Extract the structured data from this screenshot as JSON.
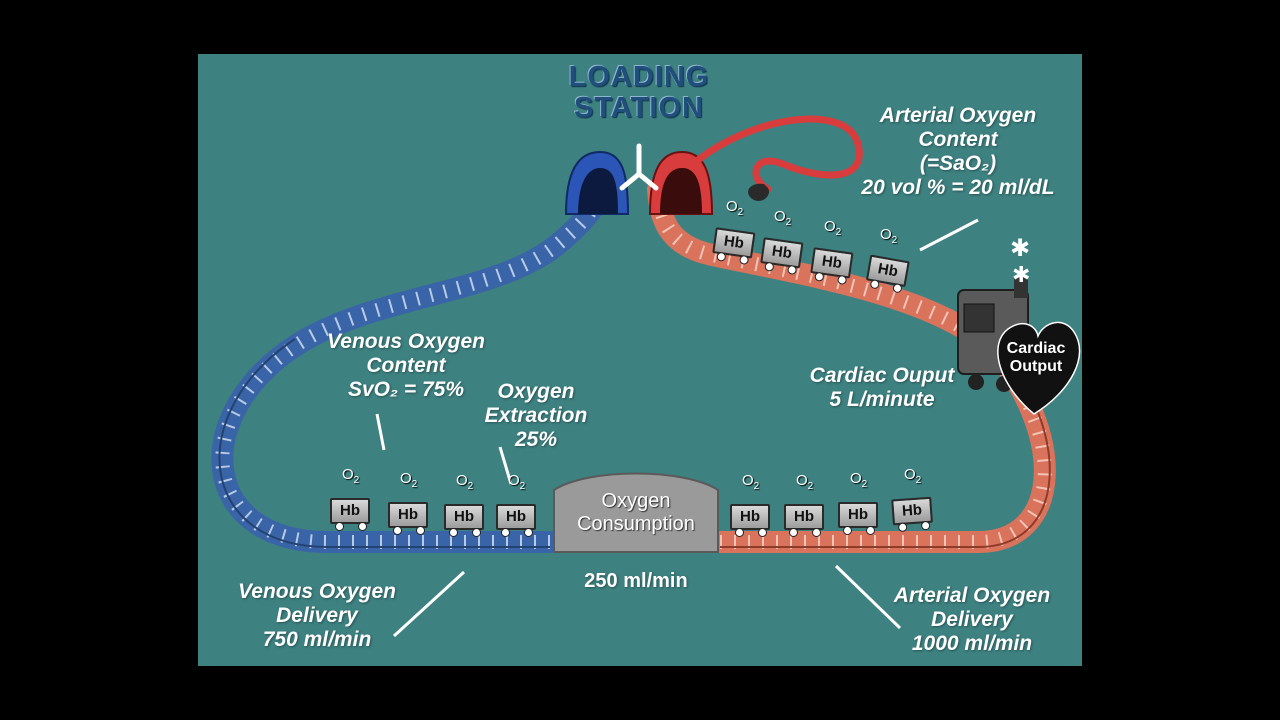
{
  "title": {
    "line1": "LOADING",
    "line2": "STATION"
  },
  "arterial_content": {
    "line1": "Arterial Oxygen",
    "line2": "Content",
    "line3": "(=SaO₂)",
    "line4": "20 vol % = 20 ml/dL"
  },
  "venous_content": {
    "line1": "Venous Oxygen",
    "line2": "Content",
    "line3": "SvO₂ = 75%"
  },
  "extraction": {
    "line1": "Oxygen",
    "line2": "Extraction",
    "line3": "25%"
  },
  "cardiac_output": {
    "line1": "Cardiac Ouput",
    "line2": "5 L/minute"
  },
  "heart": {
    "line1": "Cardiac",
    "line2": "Output"
  },
  "consumption": {
    "line1": "Oxygen",
    "line2": "Consumption",
    "rate": "250 ml/min"
  },
  "venous_delivery": {
    "line1": "Venous Oxygen",
    "line2": "Delivery",
    "line3": "750 ml/min"
  },
  "arterial_delivery": {
    "line1": "Arterial Oxygen",
    "line2": "Delivery",
    "line3": "1000 ml/min"
  },
  "car_label": "Hb",
  "o2_label": "O",
  "o2_sub": "2",
  "colors": {
    "background": "#3d8180",
    "venous": "#3a64a8",
    "arterial": "#d9735c",
    "tunnel_red": "#d93c3c",
    "title": "#1f4f7a"
  }
}
